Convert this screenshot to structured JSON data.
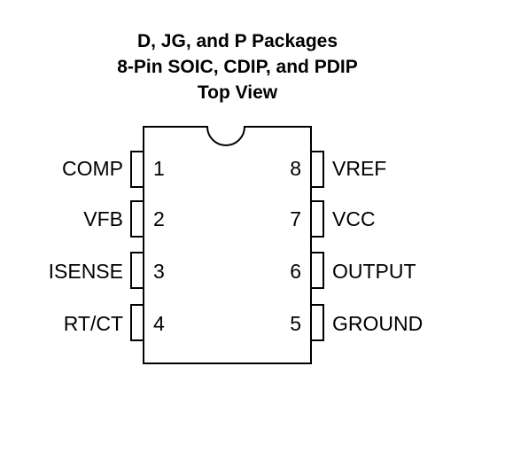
{
  "title": {
    "line1": "D, JG, and P Packages",
    "line2": "8-Pin SOIC, CDIP, and PDIP",
    "line3": "Top View"
  },
  "pins": {
    "left": [
      {
        "number": "1",
        "name": "COMP"
      },
      {
        "number": "2",
        "name": "VFB"
      },
      {
        "number": "3",
        "name": "ISENSE"
      },
      {
        "number": "4",
        "name": "RT/CT"
      }
    ],
    "right": [
      {
        "number": "8",
        "name": "VREF"
      },
      {
        "number": "7",
        "name": "VCC"
      },
      {
        "number": "6",
        "name": "OUTPUT"
      },
      {
        "number": "5",
        "name": "GROUND"
      }
    ]
  }
}
